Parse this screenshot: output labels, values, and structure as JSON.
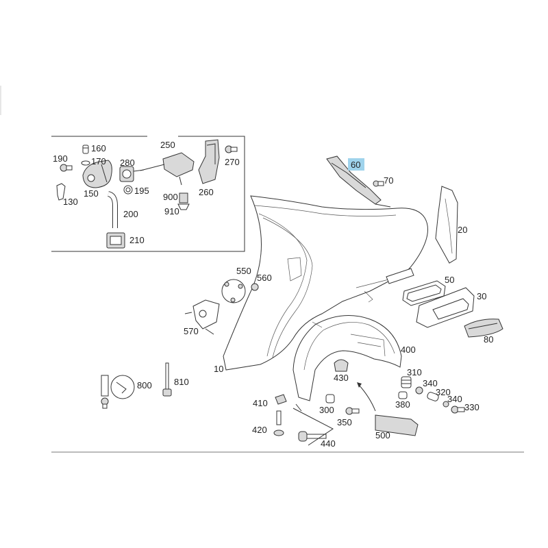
{
  "diagram": {
    "labels": {
      "p10": "10",
      "p20": "20",
      "p30": "30",
      "p50": "50",
      "p60": "60",
      "p70": "70",
      "p80": "80",
      "p130": "130",
      "p150": "150",
      "p160": "160",
      "p170": "170",
      "p190": "190",
      "p195": "195",
      "p200": "200",
      "p210": "210",
      "p250": "250",
      "p260": "260",
      "p270": "270",
      "p280": "280",
      "p300": "300",
      "p310": "310",
      "p320": "320",
      "p330": "330",
      "p340a": "340",
      "p340b": "340",
      "p350": "350",
      "p380": "380",
      "p400": "400",
      "p410": "410",
      "p420": "420",
      "p430": "430",
      "p440": "440",
      "p500": "500",
      "p550": "550",
      "p560": "560",
      "p570": "570",
      "p800": "800",
      "p810": "810",
      "p900": "900",
      "p910": "910"
    },
    "highlighted_part": "60",
    "highlight_color": "#9fd3ec"
  }
}
